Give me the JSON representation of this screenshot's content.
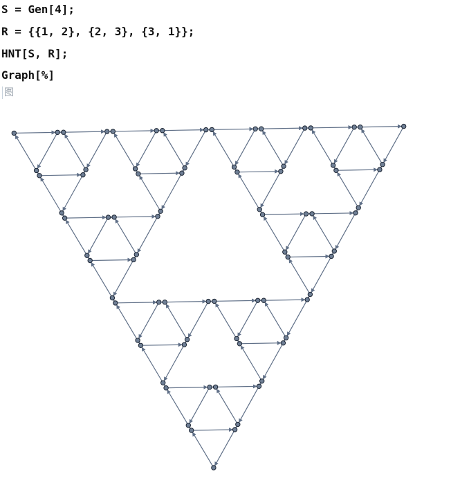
{
  "notebook": {
    "input_lines": [
      "S = Gen[4];",
      "R = {{1, 2}, {2, 3}, {3, 1}};",
      "HNT[S, R];",
      "Graph[%]"
    ],
    "output_label": "图"
  },
  "colors": {
    "edge": "#5f6f87",
    "vertex_fill": "#6f7f95",
    "vertex_stroke": "#1c2533",
    "text": "#111111"
  },
  "graph": {
    "type": "directed-graph",
    "shape": "sierpinski-triangle-level-4"
  }
}
